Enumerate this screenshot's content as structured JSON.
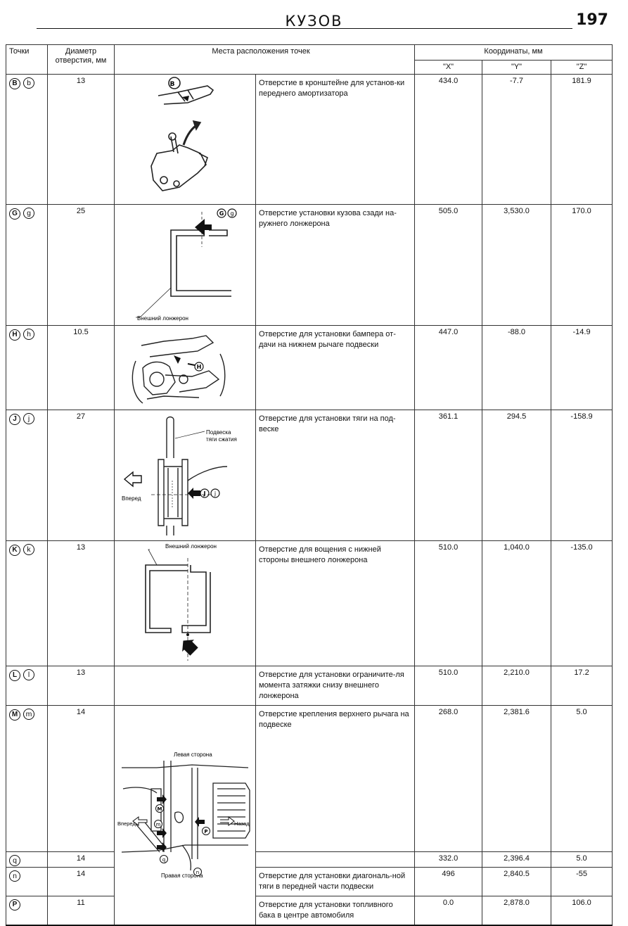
{
  "header": {
    "title": "КУЗОВ",
    "page_number": "197"
  },
  "columns": {
    "points": "Точки",
    "diameter_l1": "Диаметр",
    "diameter_l2": "отверстия, мм",
    "locations": "Места расположения точек",
    "coords": "Координаты, мм",
    "x": "\"X\"",
    "y": "\"Y\"",
    "z": "\"Z\""
  },
  "rows": [
    {
      "up": "B",
      "lo": "b",
      "diameter": "13",
      "desc": "Отверстие в кронштейне для установ-ки переднего амортизатора",
      "x": "434.0",
      "y": "-7.7",
      "z": "181.9"
    },
    {
      "up": "G",
      "lo": "g",
      "diameter": "25",
      "desc": "Отверстие установки кузова сзади на-ружнего лонжерона",
      "x": "505.0",
      "y": "3,530.0",
      "z": "170.0"
    },
    {
      "up": "H",
      "lo": "h",
      "diameter": "10.5",
      "desc": "Отверстие для установки бампера от-дачи на нижнем рычаге подвески",
      "x": "447.0",
      "y": "-88.0",
      "z": "-14.9"
    },
    {
      "up": "J",
      "lo": "j",
      "diameter": "27",
      "desc": "Отверстие для установки тяги на под-веске",
      "x": "361.1",
      "y": "294.5",
      "z": "-158.9"
    },
    {
      "up": "K",
      "lo": "k",
      "diameter": "13",
      "desc": "Отверстие для вощения с нижней стороны внешнего лонжерона",
      "x": "510.0",
      "y": "1,040.0",
      "z": "-135.0"
    },
    {
      "up": "L",
      "lo": "l",
      "diameter": "13",
      "desc": "Отверстие для установки ограничите-ля момента затяжки снизу внешнего лонжерона",
      "x": "510.0",
      "y": "2,210.0",
      "z": "17.2"
    },
    {
      "up": "M",
      "lo": "m",
      "diameter": "14",
      "desc": "Отверстие крепления верхнего рычага на подвеске",
      "x": "268.0",
      "y": "2,381.6",
      "z": "5.0"
    },
    {
      "up": "",
      "lo": "q",
      "diameter": "14",
      "desc": "",
      "x": "332.0",
      "y": "2,396.4",
      "z": "5.0"
    },
    {
      "up": "",
      "lo": "n",
      "diameter": "14",
      "desc": "Отверстие для установки диагональ-ной тяги в передней части подвески",
      "x": "496",
      "y": "2,840.5",
      "z": "-55"
    },
    {
      "up": "P",
      "lo": "",
      "diameter": "11",
      "desc": "Отверстие для установки топливного бака в центре автомобиля",
      "x": "0.0",
      "y": "2,878.0",
      "z": "106.0"
    }
  ],
  "figures": {
    "g_label": "Внешний лонжерон",
    "j_label1": "Подвеска",
    "j_label2": "тяги сжатия",
    "j_forward": "Вперед",
    "k_label": "Внешний лонжерон",
    "m_left": "Левая сторона",
    "m_right": "Правая сторона",
    "m_forward": "Вперед",
    "m_back": "Назад"
  }
}
